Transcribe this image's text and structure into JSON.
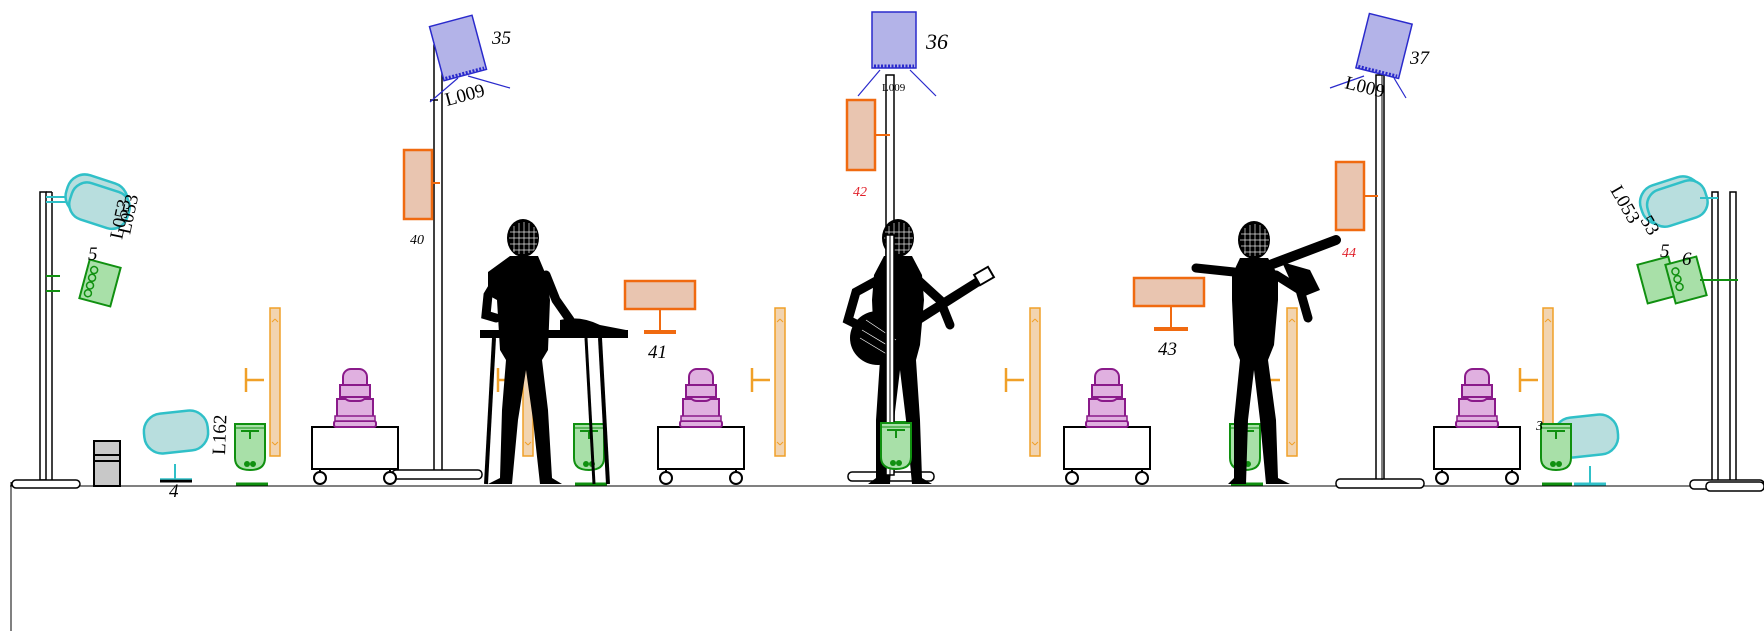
{
  "colors": {
    "spot": "#b3b3e8",
    "spot_stroke": "#2a2acc",
    "panel_fill": "#e9c5b0",
    "panel_stroke": "#f06a10",
    "strip_fill": "#f2d4b0",
    "strip_stroke": "#f0a028",
    "mover": "#e0b0e0",
    "mover_stroke": "#8a1a8a",
    "fresnel": "#b8dede",
    "fresnel_stroke": "#30c0c8",
    "led": "#a8e0a8",
    "led_stroke": "#109010",
    "label_red": "#e0202a",
    "performer": "#000000"
  },
  "labels": {
    "spot_35": "35",
    "spot_36": "36",
    "spot_37": "37",
    "code_35": "L009",
    "code_36": "L009",
    "code_37": "L009",
    "panel_40": "40",
    "panel_41": "41",
    "panel_42": "42",
    "panel_43": "43",
    "panel_44": "44",
    "fres_left": "L053",
    "fres_left_b": "L053",
    "fres_right": "L053",
    "fres_right_b": "53",
    "fres_floor": "L162",
    "floor_4": "4",
    "led_left": "5",
    "led_right_a": "5",
    "led_right_b": "6",
    "floor_3": "3"
  },
  "icons": [
    "spot-fixture-icon",
    "mover-head-icon",
    "fresnel-icon",
    "led-par-icon",
    "performer-icon",
    "amp-icon"
  ]
}
